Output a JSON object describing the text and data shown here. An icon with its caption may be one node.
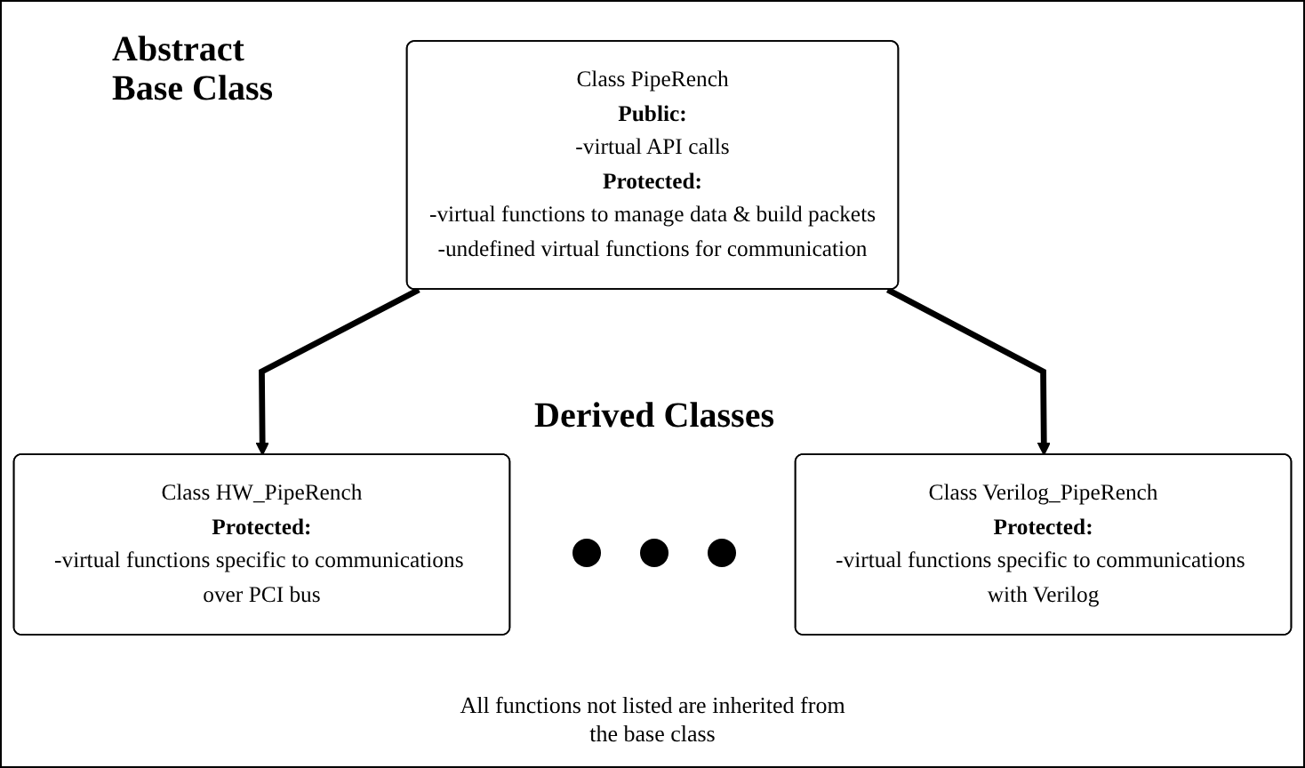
{
  "diagram": {
    "nodes": [
      {
        "text": [
          "Class PipeRench",
          "Public:",
          "-virtual API calls",
          "Protected:",
          "-virtual functions to manage data & build packets",
          "-undefined virtual functions for communication"
        ]
      },
      {
        "text": [
          "Class HW_PipeRench",
          "Protected:",
          "-virtual functions specific to communications over PCI bus"
        ]
      },
      {
        "text": [
          "Class Verilog_PipeRench",
          "Protected:",
          "-virtual functions specific to communications with Verilog"
        ]
      }
    ],
    "edges": [
      {
        "from": 0,
        "to": 1,
        "arrow": "to"
      },
      {
        "from": 0,
        "to": 2,
        "arrow": "to"
      }
    ],
    "labels": [
      "Abstract Base Class",
      "Derived Classes",
      "All functions not listed are inherited from the base class"
    ]
  }
}
